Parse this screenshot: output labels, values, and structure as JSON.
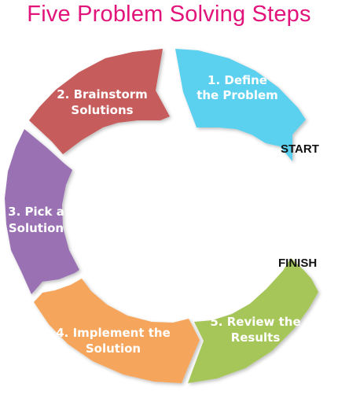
{
  "title": "Five Problem Solving Steps",
  "steps": [
    {
      "line1": "1. Define",
      "line2": "the Problem",
      "color": "#5bd0ef"
    },
    {
      "line1": "2. Brainstorm",
      "line2": "Solutions",
      "color": "#c75c5c"
    },
    {
      "line1": "3. Pick a",
      "line2": "Solution",
      "color": "#9a72b4"
    },
    {
      "line1": "4. Implement the",
      "line2": "Solution",
      "color": "#f6a65c"
    },
    {
      "line1": "5. Review the",
      "line2": "Results",
      "color": "#a6c65a"
    }
  ],
  "markers": {
    "start": "START",
    "finish": "FINISH"
  }
}
